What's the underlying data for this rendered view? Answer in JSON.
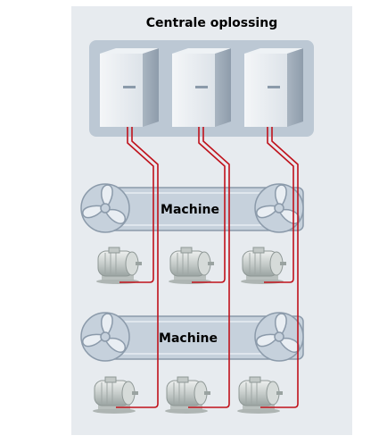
{
  "title": "Centrale oplossing",
  "machines": [
    {
      "label": "Machine"
    },
    {
      "label": "Machine"
    }
  ],
  "colors": {
    "panel_background": "#e7ebef",
    "cabinet_housing": "#bcc8d4",
    "cable": "#c0121b",
    "machine_body": "#c6d1dc",
    "machine_outline": "#8b9aaa",
    "motor": "#c2c8c6"
  },
  "icons": {
    "cabinet": "control-cabinet-icon",
    "fan": "fan-icon",
    "motor": "electric-motor-icon"
  }
}
